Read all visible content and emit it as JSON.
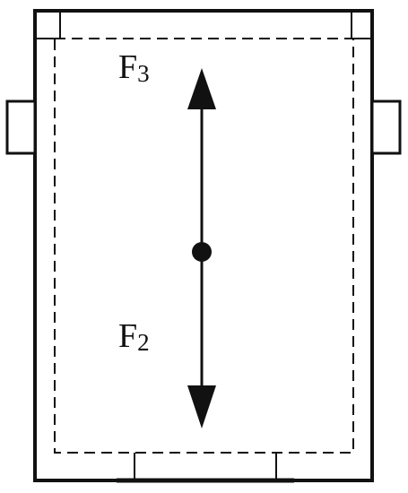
{
  "forces": {
    "up": {
      "letter": "F",
      "subscript": "3"
    },
    "down": {
      "letter": "F",
      "subscript": "2"
    }
  },
  "colors": {
    "stroke": "#111111",
    "background": "#ffffff"
  }
}
